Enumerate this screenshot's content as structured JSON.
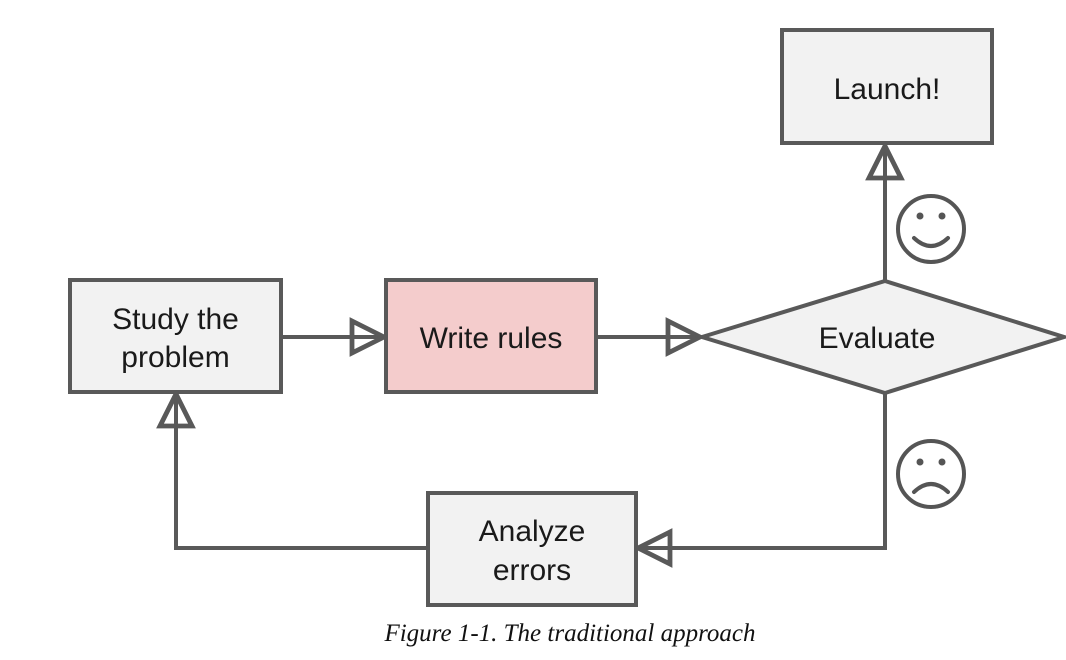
{
  "nodes": {
    "study": {
      "line1": "Study the",
      "line2": "problem"
    },
    "write": {
      "label": "Write rules"
    },
    "evaluate": {
      "label": "Evaluate"
    },
    "launch": {
      "label": "Launch!"
    },
    "analyze": {
      "line1": "Analyze",
      "line2": "errors"
    }
  },
  "icons": {
    "success": "smiley-face-icon",
    "failure": "frowning-face-icon"
  },
  "caption": "Figure 1-1. The traditional approach",
  "colors": {
    "box_fill": "#f2f2f2",
    "highlight_fill": "#f4cccc",
    "stroke": "#595959"
  }
}
